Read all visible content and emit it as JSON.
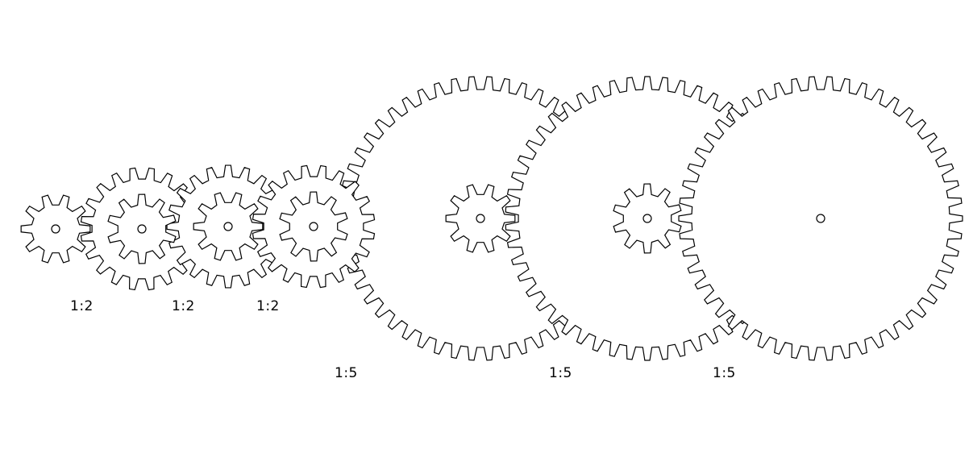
{
  "ratio_labels": {
    "stage_1": "1:2",
    "stage_2": "1:2",
    "stage_3": "1:2",
    "stage_4": "1:5",
    "stage_5": "1:5",
    "stage_6": "1:5"
  },
  "gear_train": [
    {
      "gear": "input-pinion",
      "teeth": 10
    },
    {
      "gear": "stage-1",
      "big_teeth": 20,
      "pinion_teeth": 10
    },
    {
      "gear": "stage-2",
      "big_teeth": 20,
      "pinion_teeth": 10
    },
    {
      "gear": "stage-3",
      "big_teeth": 20,
      "pinion_teeth": 10
    },
    {
      "gear": "stage-4",
      "big_teeth": 50,
      "pinion_teeth": 10
    },
    {
      "gear": "stage-5",
      "big_teeth": 50,
      "pinion_teeth": 10
    },
    {
      "gear": "output",
      "big_teeth": 50
    }
  ],
  "colors": {
    "stroke": "#000000",
    "fill": "#ffffff"
  }
}
